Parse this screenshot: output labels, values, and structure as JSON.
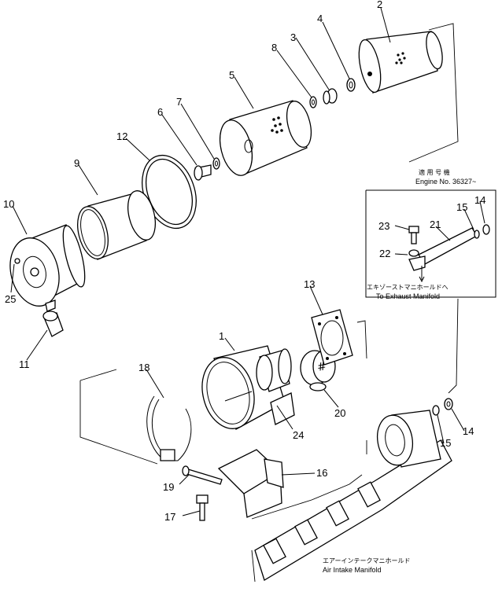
{
  "callouts": {
    "p1": "1",
    "p2": "2",
    "p3": "3",
    "p4": "4",
    "p5": "5",
    "p6": "6",
    "p7": "7",
    "p8": "8",
    "p9": "9",
    "p10": "10",
    "p11": "11",
    "p12": "12",
    "p13": "13",
    "p14a": "14",
    "p14b": "14",
    "p15a": "15",
    "p15b": "15",
    "p16": "16",
    "p17": "17",
    "p18": "18",
    "p19": "19",
    "p20": "20",
    "p21": "21",
    "p22": "22",
    "p23": "23",
    "p24": "24",
    "p25": "25"
  },
  "notes": {
    "serial_jp": "適 用 号 機",
    "serial_en": "Engine No. 36327~",
    "exhaust_jp": "エキゾーストマニホールドへ",
    "exhaust_en": "To Exhaust Manifold",
    "intake_jp": "エアーインテークマニホールド",
    "intake_en": "Air Intake Manifold"
  }
}
